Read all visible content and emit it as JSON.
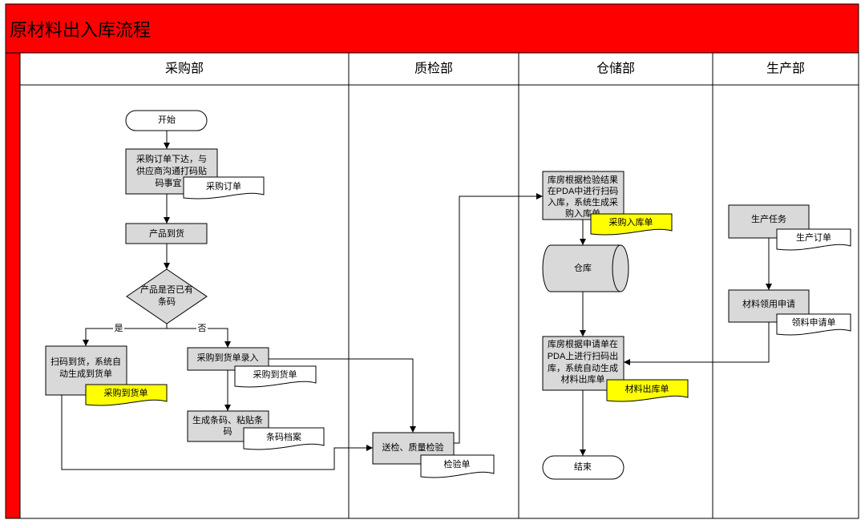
{
  "title": "原材料出入库流程",
  "lanes": [
    {
      "label": "采购部"
    },
    {
      "label": "质检部"
    },
    {
      "label": "仓储部"
    },
    {
      "label": "生产部"
    }
  ],
  "nodes": {
    "start": {
      "lines": [
        "开始"
      ]
    },
    "purchase_order_issue": {
      "lines": [
        "采购订单下达，与",
        "供应商沟通打码贴",
        "码事宜"
      ]
    },
    "goods_arrival": {
      "lines": [
        "产品到货"
      ]
    },
    "barcode_decision": {
      "lines": [
        "产品是否已有",
        "条码"
      ],
      "yes_label": "是",
      "no_label": "否"
    },
    "scan_receipt": {
      "lines": [
        "扫码到货，系统自",
        "动生成到货单"
      ]
    },
    "receipt_entry": {
      "lines": [
        "采购到货单录入"
      ]
    },
    "generate_barcode": {
      "lines": [
        "生成条码、粘贴条",
        "码"
      ]
    },
    "inspection": {
      "lines": [
        "送检、质量检验"
      ]
    },
    "warehouse_inbound": {
      "lines": [
        "库房根据检验结果",
        "在PDA中进行扫码",
        "入库，系统生成采",
        "购入库单"
      ]
    },
    "warehouse": {
      "lines": [
        "仓库"
      ]
    },
    "warehouse_outbound": {
      "lines": [
        "库房根据申请单在",
        "PDA上进行扫码出",
        "库，系统自动生成",
        "材料出库单"
      ]
    },
    "end": {
      "lines": [
        "结束"
      ]
    },
    "production_task": {
      "lines": [
        "生产任务"
      ]
    },
    "material_request": {
      "lines": [
        "材料领用申请"
      ]
    }
  },
  "documents": {
    "purchase_order": "采购订单",
    "receipt_note_auto": "采购到货单",
    "receipt_note_entry": "采购到货单",
    "barcode_archive": "条码档案",
    "inspection_report": "检验单",
    "purchase_inbound_note": "采购入库单",
    "material_outbound_note": "材料出库单",
    "production_order": "生产订单",
    "requisition_form": "领料申请单"
  },
  "colors": {
    "header_red": "#ff0000",
    "process_fill": "#d9d9d9",
    "document_fill": "#ffffff",
    "document_highlight": "#ffff00",
    "terminator_fill": "#ffffff",
    "line": "#000000"
  }
}
